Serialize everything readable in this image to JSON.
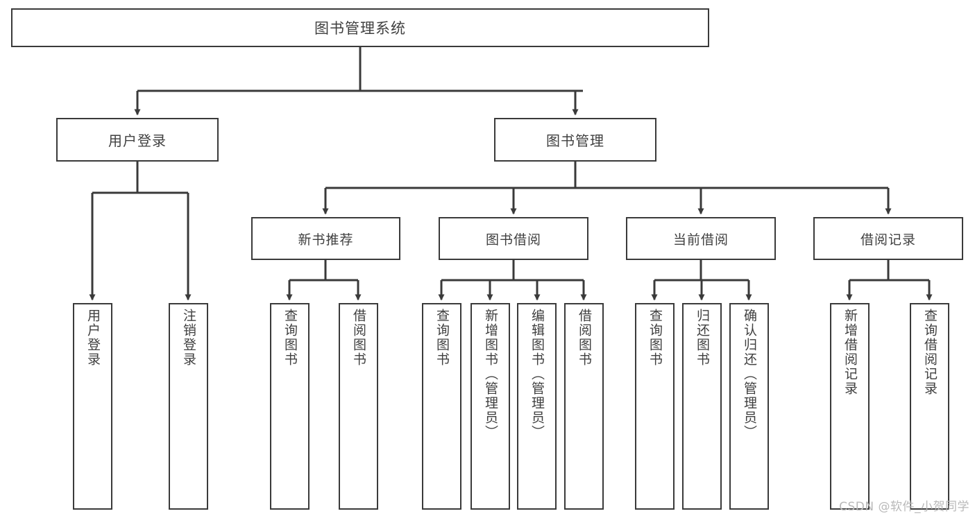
{
  "diagram": {
    "title": "图书管理系统",
    "watermark": "CSDN @软件_小贺同学",
    "colors": {
      "background": "#ffffff",
      "border": "#3a3a3a",
      "text": "#3f3f3f",
      "edge": "#3a3a3a",
      "watermark": "#b9b9b9"
    },
    "root": {
      "label": "图书管理系统"
    },
    "level2": [
      {
        "label": "用户登录"
      },
      {
        "label": "图书管理"
      }
    ],
    "level3": [
      {
        "label": "新书推荐"
      },
      {
        "label": "图书借阅"
      },
      {
        "label": "当前借阅"
      },
      {
        "label": "借阅记录"
      }
    ],
    "leaves": {
      "user_login": [
        {
          "label": "用户登录"
        },
        {
          "label": "注销登录"
        }
      ],
      "new_book": [
        {
          "label": "查询图书"
        },
        {
          "label": "借阅图书"
        }
      ],
      "book_borrow": [
        {
          "label": "查询图书"
        },
        {
          "label": "新增图书（管理员）"
        },
        {
          "label": "编辑图书（管理员）"
        },
        {
          "label": "借阅图书"
        }
      ],
      "current_borrow": [
        {
          "label": "查询图书"
        },
        {
          "label": "归还图书"
        },
        {
          "label": "确认归还（管理员）"
        }
      ],
      "borrow_record": [
        {
          "label": "新增借阅记录"
        },
        {
          "label": "查询借阅记录"
        }
      ]
    }
  }
}
